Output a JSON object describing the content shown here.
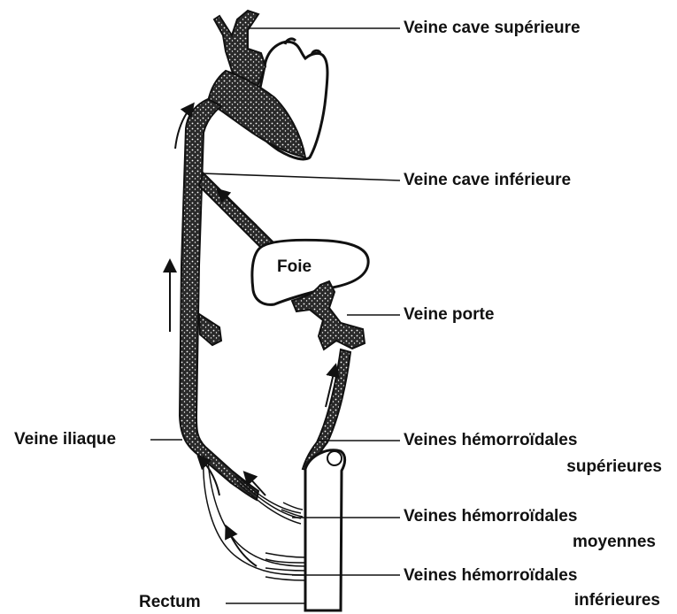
{
  "labels": {
    "veine_cave_superieure": "Veine cave supérieure",
    "veine_cave_inferieure": "Veine cave inférieure",
    "foie": "Foie",
    "veine_porte": "Veine porte",
    "veine_iliaque": "Veine iliaque",
    "hemorroidales_superieures_1": "Veines hémorroïdales",
    "hemorroidales_superieures_2": "supérieures",
    "hemorroidales_moyennes_1": "Veines hémorroïdales",
    "hemorroidales_moyennes_2": "moyennes",
    "hemorroidales_inferieures_1": "Veines hémorroïdales",
    "hemorroidales_inferieures_2": "inférieures",
    "rectum": "Rectum"
  },
  "colors": {
    "ink": "#111111",
    "vein_fill": "#3a3a3a",
    "paper": "#ffffff"
  }
}
